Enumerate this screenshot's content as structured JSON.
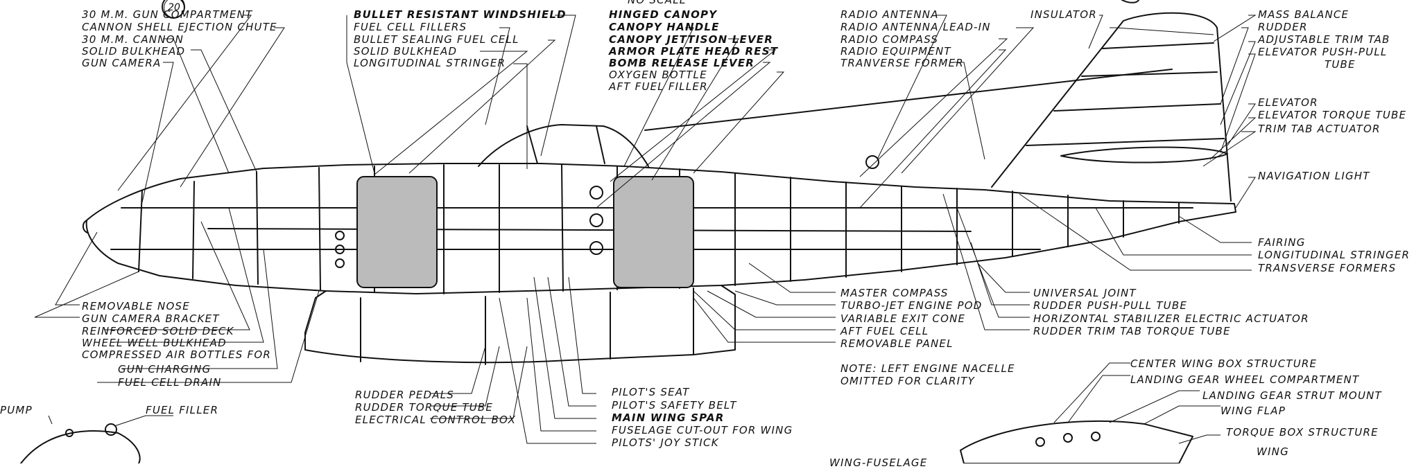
{
  "figure_number": "20",
  "scale_note": "NO SCALE",
  "labels": {
    "gun_compartment": "30 M.M. GUN COMPARTMENT",
    "cannon_shell_chute": "CANNON SHELL EJECTION CHUTE",
    "cannon_30mm": "30 M.M. CANNON",
    "solid_bulkhead_front": "SOLID BULKHEAD",
    "gun_camera": "GUN CAMERA",
    "bullet_resistant_windshield": "BULLET RESISTANT WINDSHIELD",
    "fuel_cell_fillers": "FUEL CELL FILLERS",
    "bullet_sealing_fuel_cell": "BULLET SEALING FUEL CELL",
    "solid_bulkhead": "SOLID BULKHEAD",
    "longitudinal_stringer_front": "LONGITUDINAL STRINGER",
    "hinged_canopy": "HINGED CANOPY",
    "canopy_handle": "CANOPY HANDLE",
    "canopy_jettison_lever": "CANOPY JETTISON LEVER",
    "armor_plate_head_rest": "ARMOR PLATE HEAD REST",
    "bomb_release_lever": "BOMB RELEASE LEVER",
    "oxygen_bottle": "OXYGEN BOTTLE",
    "aft_fuel_filler": "AFT FUEL FILLER",
    "radio_antenna": "RADIO ANTENNA",
    "radio_antenna_lead_in": "RADIO ANTENNA LEAD-IN",
    "radio_compass": "RADIO COMPASS",
    "radio_equipment": "RADIO EQUIPMENT",
    "tranverse_former": "TRANVERSE FORMER",
    "insulator": "INSULATOR",
    "mass_balance": "MASS BALANCE",
    "rudder": "RUDDER",
    "adjustable_trim_tab": "ADJUSTABLE TRIM TAB",
    "elevator_push_pull": "ELEVATOR PUSH-PULL",
    "tube": "TUBE",
    "elevator": "ELEVATOR",
    "elevator_torque_tube": "ELEVATOR TORQUE TUBE",
    "trim_tab_actuator": "TRIM TAB ACTUATOR",
    "navigation_light": "NAVIGATION LIGHT",
    "fairing": "FAIRING",
    "longitudinal_stringer": "LONGITUDINAL STRINGER",
    "transverse_formers": "TRANSVERSE FORMERS",
    "removable_nose": "REMOVABLE NOSE",
    "gun_camera_bracket": "GUN CAMERA BRACKET",
    "reinforced_solid_deck": "REINFORCED SOLID DECK",
    "wheel_well_bulkhead": "WHEEL WELL BULKHEAD",
    "compressed_air_bottles": "COMPRESSED AIR BOTTLES FOR",
    "gun_charging": "GUN CHARGING",
    "fuel_cell_drain": "FUEL CELL DRAIN",
    "rudder_pedals": "RUDDER PEDALS",
    "rudder_torque_tube": "RUDDER TORQUE TUBE",
    "electrical_control_box": "ELECTRICAL CONTROL BOX",
    "pilots_seat": "PILOT'S SEAT",
    "pilots_safety_belt": "PILOT'S SAFETY BELT",
    "main_wing_spar": "MAIN WING SPAR",
    "fuselage_cutout": "FUSELAGE CUT-OUT FOR WING",
    "pilots_joy_stick": "PILOTS' JOY STICK",
    "master_compass": "MASTER COMPASS",
    "turbo_jet_engine_pod": "TURBO-JET ENGINE POD",
    "variable_exit_cone": "VARIABLE EXIT CONE",
    "aft_fuel_cell": "AFT FUEL CELL",
    "removable_panel": "REMOVABLE PANEL",
    "universal_joint": "UNIVERSAL JOINT",
    "rudder_push_pull_tube": "RUDDER PUSH-PULL TUBE",
    "horizontal_stabilizer_actuator": "HORIZONTAL STABILIZER ELECTRIC ACTUATOR",
    "rudder_trim_tab_torque_tube": "RUDDER TRIM TAB TORQUE TUBE",
    "note_line1": "NOTE: LEFT ENGINE NACELLE",
    "note_line2": "OMITTED FOR CLARITY",
    "center_wing_box": "CENTER WING BOX STRUCTURE",
    "landing_gear_wheel_compartment": "LANDING GEAR WHEEL COMPARTMENT",
    "landing_gear_strut_mount": "LANDING GEAR STRUT MOUNT",
    "wing_flap": "WING FLAP",
    "torque_box_structure": "TORQUE BOX STRUCTURE",
    "wing": "WING",
    "wing_fuselage": "WING-FUSELAGE",
    "pump": "PUMP",
    "fuel_filler": "FUEL FILLER"
  }
}
